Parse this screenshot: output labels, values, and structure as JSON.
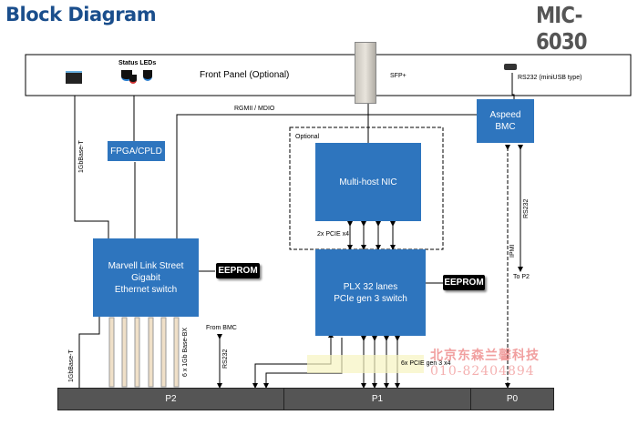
{
  "header": {
    "title": "Block Diagram",
    "model": "MIC-6030"
  },
  "front_panel": {
    "label": "Front Panel (Optional)",
    "status_leds_label": "Status LEDs",
    "sfp_label": "SFP+",
    "rs232_label": "RS232 (miniUSB type)"
  },
  "blocks": {
    "fpga": "FPGA/CPLD",
    "marvell": [
      "Marvell Link Street",
      "Gigabit",
      "Ethernet switch"
    ],
    "nic": "Multi-host NIC",
    "plx": [
      "PLX 32 lanes",
      "PCIe gen 3 switch"
    ],
    "bmc": [
      "Aspeed",
      "BMC"
    ],
    "eeprom_left": "EEPROM",
    "eeprom_right": "EEPROM",
    "optional": "Optional"
  },
  "links": {
    "gbase_t_top": "1GbBase-T",
    "gbase_t_bottom": "1GbBase-T",
    "rgmii": "RGMII / MDIO",
    "pcie_x4": "2x PCIE x4",
    "six_1gb": "6 x 1Gb Base-BX",
    "from_bmc": "From BMC",
    "rs232_p2": "RS232",
    "rs232_bmc": "RS232",
    "ipmi": "IPMI",
    "to_p2": "To P2",
    "pcie_gen3": "6x PCIE gen 3 x4"
  },
  "connectors": {
    "p2": "P2",
    "p1": "P1",
    "p0": "P0"
  },
  "watermark": {
    "line1": "北京东森兰馨科技",
    "line2": "010-82404894"
  }
}
